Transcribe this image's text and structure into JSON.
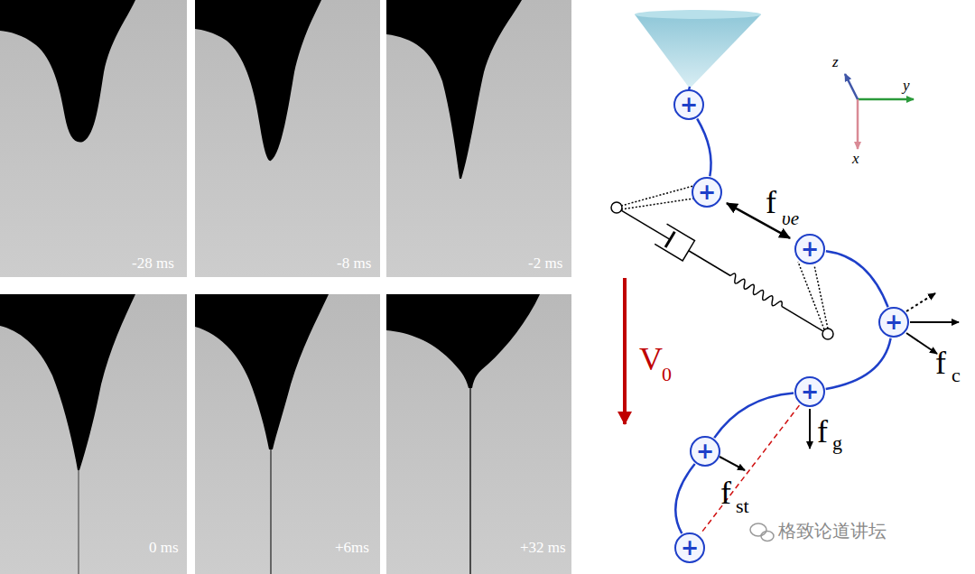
{
  "diagram": {
    "nodes": [
      {
        "text": [
          "+"
        ]
      },
      {
        "text": [
          "+"
        ]
      },
      {
        "text": [
          "+"
        ]
      },
      {
        "text": [
          "+"
        ]
      },
      {
        "text": [
          "+"
        ]
      },
      {
        "text": [
          "+"
        ]
      },
      {
        "text": [
          "+"
        ]
      }
    ],
    "edges": [
      {
        "from": 0,
        "to": 1,
        "arrow": "none"
      },
      {
        "from": 1,
        "to": 2,
        "arrow": "both"
      },
      {
        "from": 2,
        "to": 3,
        "arrow": "none"
      },
      {
        "from": 3,
        "to": 4,
        "arrow": "none"
      },
      {
        "from": 4,
        "to": 5,
        "arrow": "none"
      },
      {
        "from": 5,
        "to": 6,
        "arrow": "none"
      },
      {
        "from": 4,
        "to": 6,
        "arrow": "none"
      }
    ],
    "labels": [
      "-28 ms",
      "-8 ms",
      "-2 ms",
      "0 ms",
      "+6ms",
      "+32 ms",
      "f",
      "υe",
      "f",
      "c",
      "f",
      "g",
      "f",
      "st",
      "V",
      "0",
      "z",
      "y",
      "x",
      "格致论道讲坛"
    ]
  }
}
